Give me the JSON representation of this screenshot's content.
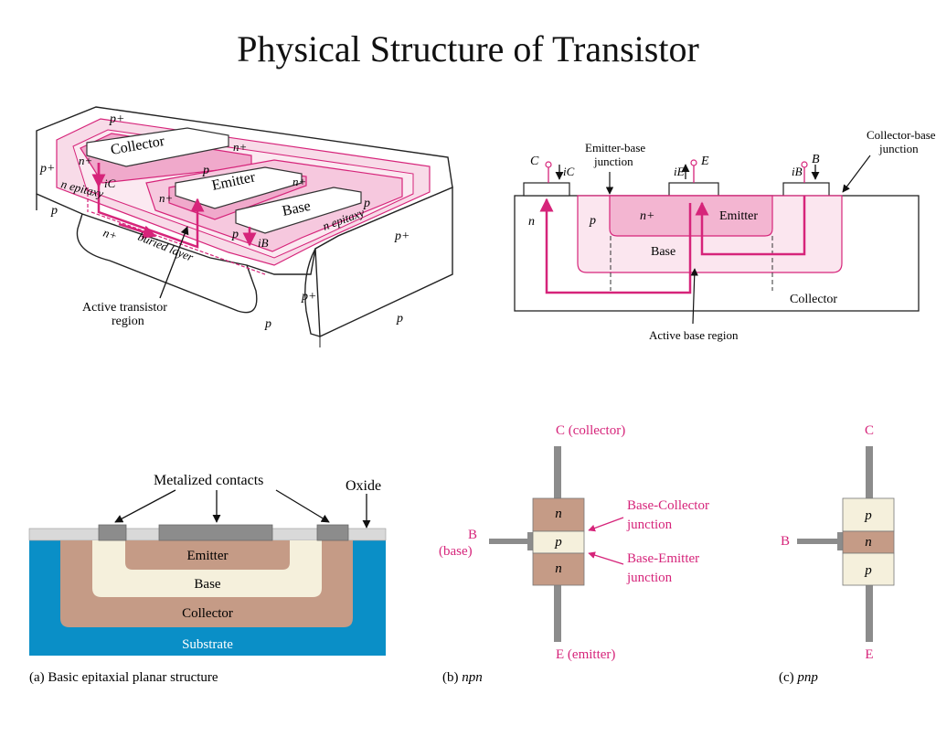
{
  "title": "Physical Structure of Transistor",
  "colors": {
    "magenta": "#d6247a",
    "pink_fill": "#f5c6dc",
    "light_pink": "#fbe6ef",
    "substrate": "#0a8fc7",
    "collector": "#c59b86",
    "base": "#f5f0dc",
    "emitter_fill": "#c59b86",
    "oxide": "#d9d9d9",
    "metal": "#8c8c8c"
  },
  "fig3d": {
    "p_plus_top": "p+",
    "p_plus_left": "p+",
    "p_plus_right": "p+",
    "p_plus_lower": "p+",
    "collector": "Collector",
    "emitter": "Emitter",
    "base": "Base",
    "n_plus_1": "n+",
    "n_plus_2": "n+",
    "n_plus_3": "n+",
    "n_plus_4": "n+",
    "n_plus_buried": "n+",
    "p_1": "p",
    "p_2": "p",
    "p_3": "p",
    "p_left": "p",
    "p_bottom": "p",
    "p_right": "p",
    "n_epitaxy_left": "n epitaxy",
    "n_epitaxy_right": "n epitaxy",
    "buried_layer": "buried layer",
    "ic": "iC",
    "ib": "iB",
    "active_region_line1": "Active transistor",
    "active_region_line2": "region"
  },
  "fig_cross": {
    "c_label": "C",
    "ic_label": "iC",
    "e_label": "E",
    "ie_label": "iE",
    "b_label": "B",
    "ib_label": "iB",
    "emitter_base_1": "Emitter-base",
    "emitter_base_2": "junction",
    "collector_base_1": "Collector-base",
    "collector_base_2": "junction",
    "n_label": "n",
    "p_label": "p",
    "n_plus_label": "n+",
    "emitter_label": "Emitter",
    "base_label": "Base",
    "collector_label": "Collector",
    "active_base": "Active base region"
  },
  "fig_a": {
    "metalized": "Metalized contacts",
    "oxide": "Oxide",
    "emitter": "Emitter",
    "base": "Base",
    "collector": "Collector",
    "substrate": "Substrate",
    "caption": "(a) Basic epitaxial planar structure"
  },
  "fig_b": {
    "c_label": "C (collector)",
    "e_label": "E (emitter)",
    "b_label": "B",
    "base_label": "(base)",
    "top": "n",
    "mid": "p",
    "bot": "n",
    "bc_1": "Base-Collector",
    "bc_2": "junction",
    "be_1": "Base-Emitter",
    "be_2": "junction",
    "caption_prefix": "(b) ",
    "caption_type": "npn"
  },
  "fig_c": {
    "c_label": "C",
    "e_label": "E",
    "b_label": "B",
    "top": "p",
    "mid": "n",
    "bot": "p",
    "caption_prefix": "(c) ",
    "caption_type": "pnp"
  }
}
